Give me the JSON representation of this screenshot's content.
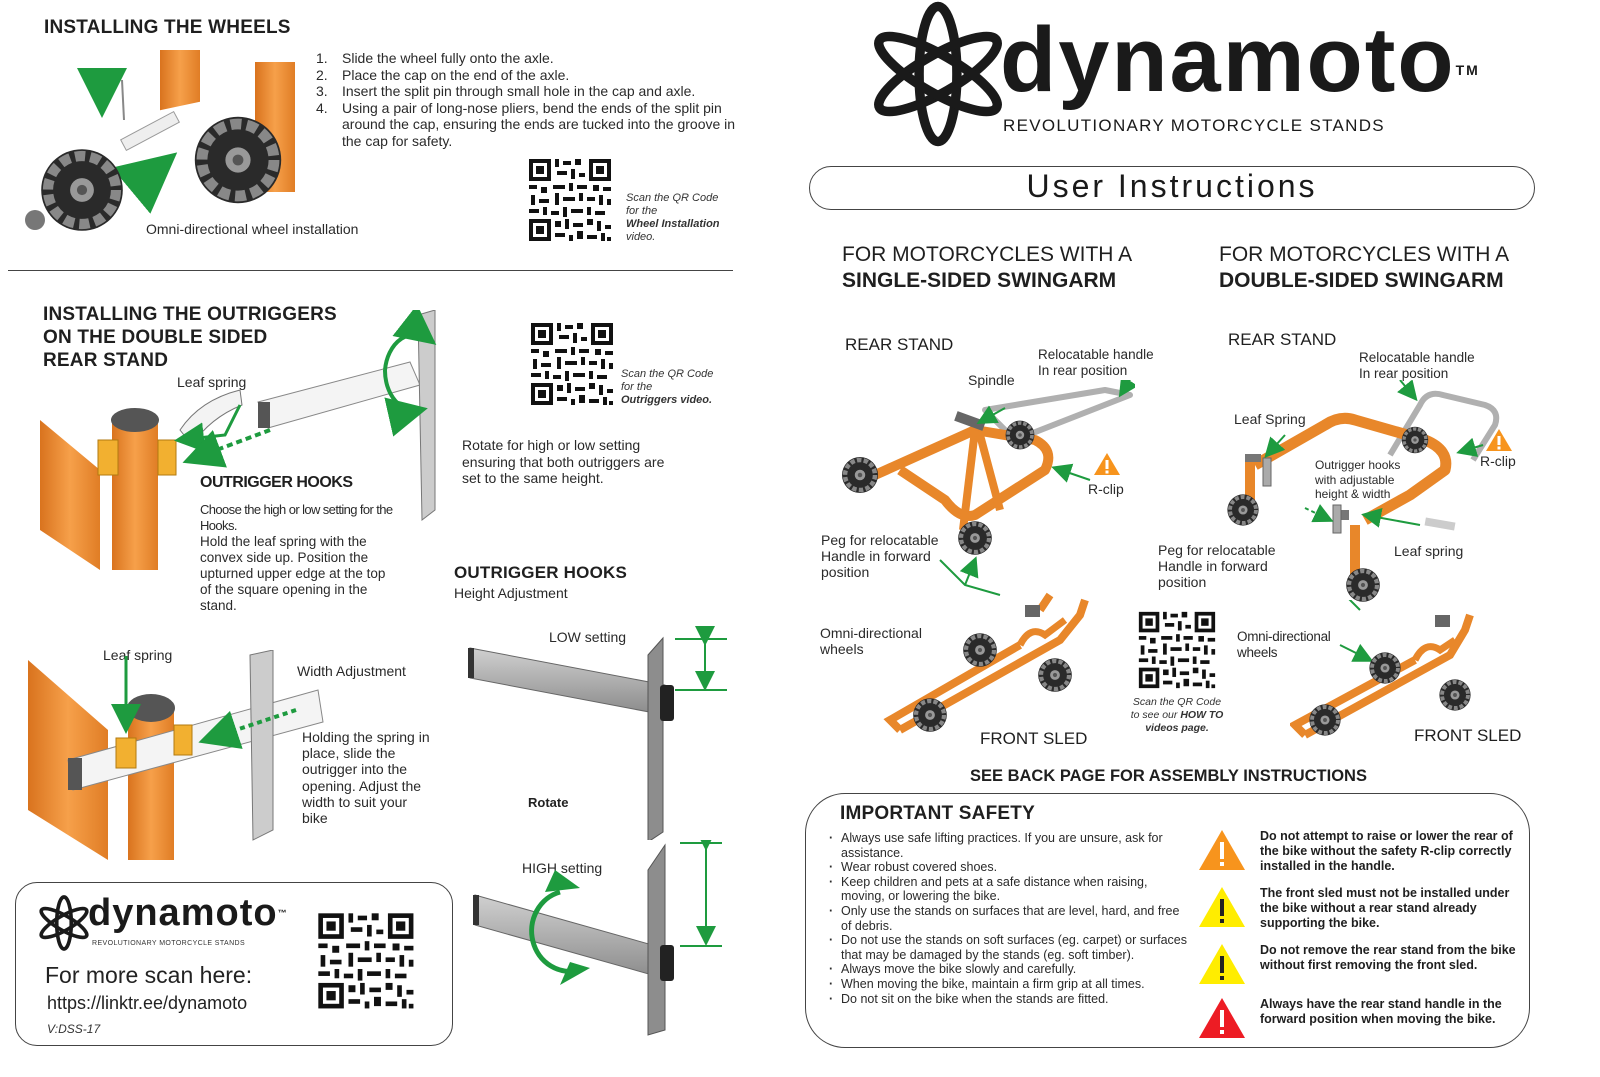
{
  "left_page": {
    "wheels_section": {
      "title": "INSTALLING THE WHEELS",
      "steps": [
        {
          "num": "1.",
          "text": "Slide the wheel fully onto the axle."
        },
        {
          "num": "2.",
          "text": "Place the cap on the end of the axle."
        },
        {
          "num": "3.",
          "text": "Insert the split pin through small hole in the cap and axle."
        },
        {
          "num": "4.",
          "text": "Using a pair of long-nose pliers, bend the ends of the split pin around the cap, ensuring the ends are tucked into the groove in the cap for safety."
        }
      ],
      "caption": "Omni-directional wheel installation",
      "qr_caption_line1": "Scan the QR Code",
      "qr_caption_line2": "for the",
      "qr_caption_bold": "Wheel Installation",
      "qr_caption_line4": "video."
    },
    "outriggers_section": {
      "title_line1": "INSTALLING THE OUTRIGGERS",
      "title_line2": "ON THE DOUBLE SIDED",
      "title_line3": "REAR STAND",
      "leaf_spring_label": "Leaf spring",
      "qr_caption_line1": "Scan the QR Code",
      "qr_caption_line2": "for the",
      "qr_caption_bold": "Outriggers video.",
      "rotate_note": "Rotate for high or low setting ensuring that both outriggers are set to the same height.",
      "hooks_title": "OUTRIGGER HOOKS",
      "hooks_text1": "Choose the high or low setting for the Hooks.",
      "hooks_text2": "Hold the leaf spring with the convex side up. Position the upturned upper edge at the top of the square opening in the stand.",
      "height_title": "OUTRIGGER HOOKS",
      "height_subtitle": "Height Adjustment",
      "low_setting": "LOW setting",
      "rotate_label": "Rotate",
      "high_setting": "HIGH setting",
      "leaf_spring_label2": "Leaf spring",
      "width_adjustment": "Width Adjustment",
      "width_text": "Holding the spring in place, slide the outrigger into the opening. Adjust the width to suit your bike"
    },
    "footer_card": {
      "brand": "dynamoto",
      "tm": "™",
      "tagline": "REVOLUTIONARY MOTORCYCLE STANDS",
      "scan_text": "For more scan here:",
      "url": "https://linktr.ee/dynamoto",
      "version": "V:DSS-17"
    }
  },
  "right_page": {
    "brand": "dynamoto",
    "tm": "TM",
    "tagline": "REVOLUTIONARY MOTORCYCLE STANDS",
    "doc_title": "User Instructions",
    "single": {
      "heading_line1": "FOR MOTORCYCLES WITH A",
      "heading_line2": "SINGLE-SIDED SWINGARM",
      "rear_stand": "REAR STAND",
      "spindle": "Spindle",
      "handle_line1": "Relocatable handle",
      "handle_line2": "In rear position",
      "rclip": "R-clip",
      "peg_line1": "Peg for relocatable",
      "peg_line2": "Handle in forward",
      "peg_line3": "position",
      "wheels_line1": "Omni-directional",
      "wheels_line2": "wheels",
      "front_sled": "FRONT SLED"
    },
    "double": {
      "heading_line1": "FOR MOTORCYCLES WITH A",
      "heading_line2": "DOUBLE-SIDED SWINGARM",
      "rear_stand": "REAR STAND",
      "handle_line1": "Relocatable handle",
      "handle_line2": "In rear position",
      "leaf_spring_top": "Leaf Spring",
      "rclip": "R-clip",
      "hooks_line1": "Outrigger hooks",
      "hooks_line2": "with adjustable",
      "hooks_line3": "height & width",
      "leaf_spring_bottom": "Leaf spring",
      "peg_line1": "Peg for relocatable",
      "peg_line2": "Handle in forward",
      "peg_line3": "position",
      "wheels_line1": "Omni-directional",
      "wheels_line2": "wheels",
      "front_sled": "FRONT SLED"
    },
    "qr_caption_line1": "Scan the QR Code",
    "qr_caption_line2_pre": "to see our ",
    "qr_caption_line2_bold": "HOW TO",
    "qr_caption_line3": "videos page.",
    "see_back": "SEE BACK PAGE FOR ASSEMBLY INSTRUCTIONS",
    "safety": {
      "title": "IMPORTANT SAFETY",
      "bullets": [
        "Always use safe lifting practices. If you are unsure, ask for assistance.",
        "Wear robust covered shoes.",
        "Keep children and pets at a safe distance when raising, moving, or lowering the bike.",
        "Only use the stands on surfaces that are level, hard, and free of debris.",
        "Do not use the stands on soft surfaces (eg. carpet) or surfaces that may be damaged by the stands (eg. soft timber).",
        "Always move the bike slowly and carefully.",
        "When moving the bike, maintain a firm grip at all times.",
        "Do not sit on the bike when the stands are fitted."
      ],
      "warnings": [
        {
          "color": "#F7941D",
          "text": "Do not attempt to raise or lower the rear of the bike without the safety R-clip correctly installed in the handle."
        },
        {
          "color": "#FFED00",
          "text": "The front sled must not be installed under the bike without a rear stand already supporting the bike."
        },
        {
          "color": "#FFED00",
          "text": "Do not remove the rear stand from the bike without first removing the front sled."
        },
        {
          "color": "#ED1C24",
          "text": "Always have the rear stand handle in the forward position when moving the bike."
        }
      ]
    }
  },
  "colors": {
    "orange": "#E8872A",
    "green": "#1E9B3F",
    "grey": "#9A9A9A",
    "text": "#222222"
  }
}
